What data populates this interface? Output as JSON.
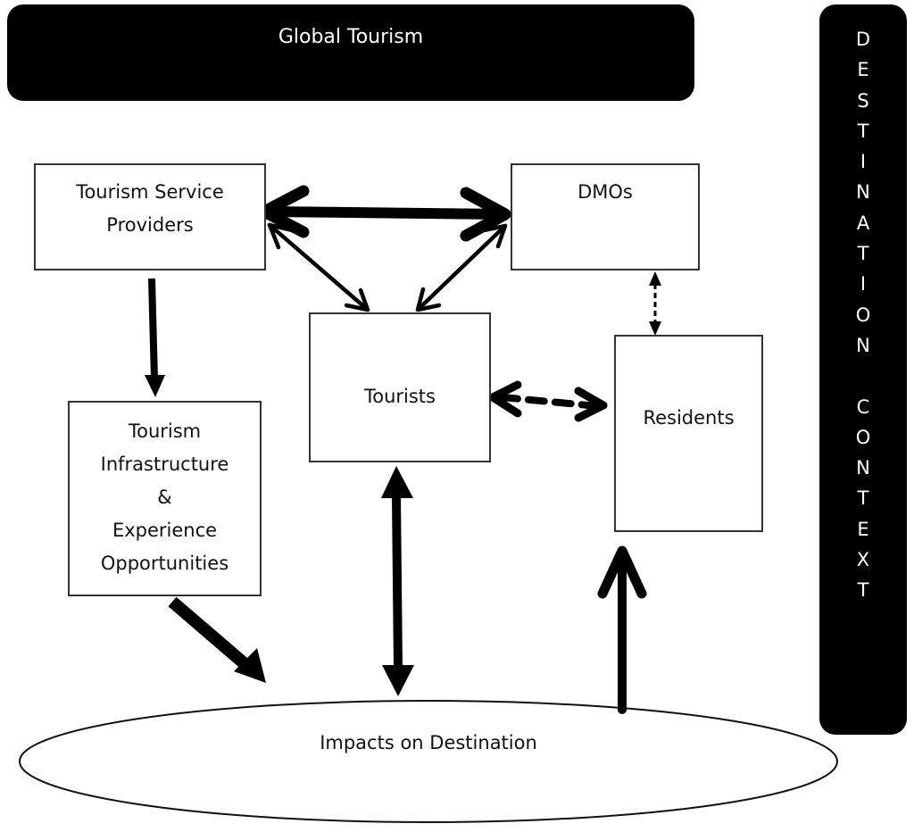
{
  "diagram": {
    "global_banner": {
      "label": "Global Tourism"
    },
    "context_bar": {
      "letters": [
        "D",
        "E",
        "S",
        "T",
        "I",
        "N",
        "A",
        "T",
        "I",
        "O",
        "N",
        "",
        "C",
        "O",
        "N",
        "T",
        "E",
        "X",
        "T"
      ],
      "label": "DESTINATION CONTEXT"
    },
    "nodes": {
      "tourism_service_providers": {
        "lines": [
          "Tourism Service",
          "Providers"
        ]
      },
      "dmos": {
        "lines": [
          "DMOs"
        ]
      },
      "tourists": {
        "lines": [
          "Tourists"
        ]
      },
      "residents": {
        "lines": [
          "Residents"
        ]
      },
      "infrastructure": {
        "lines": [
          "Tourism",
          "Infrastructure",
          "&",
          "Experience",
          "Opportunities"
        ]
      },
      "impacts": {
        "label": "Impacts on Destination"
      }
    },
    "edges": [
      {
        "from": "Tourism Service Providers",
        "to": "DMOs",
        "direction": "bidirectional",
        "style": "thick"
      },
      {
        "from": "Tourism Service Providers",
        "to": "Tourists",
        "direction": "bidirectional",
        "style": "thin"
      },
      {
        "from": "DMOs",
        "to": "Tourists",
        "direction": "bidirectional",
        "style": "thin"
      },
      {
        "from": "DMOs",
        "to": "Residents",
        "direction": "bidirectional",
        "style": "dotted"
      },
      {
        "from": "Tourists",
        "to": "Residents",
        "direction": "bidirectional",
        "style": "dashed-thick"
      },
      {
        "from": "Tourism Service Providers",
        "to": "Tourism Infrastructure & Experience Opportunities",
        "direction": "forward",
        "style": "medium"
      },
      {
        "from": "Tourism Infrastructure & Experience Opportunities",
        "to": "Impacts on Destination",
        "direction": "forward",
        "style": "thick"
      },
      {
        "from": "Tourists",
        "to": "Impacts on Destination",
        "direction": "bidirectional",
        "style": "thick"
      },
      {
        "from": "Impacts on Destination",
        "to": "Residents",
        "direction": "forward",
        "style": "thick"
      }
    ]
  }
}
